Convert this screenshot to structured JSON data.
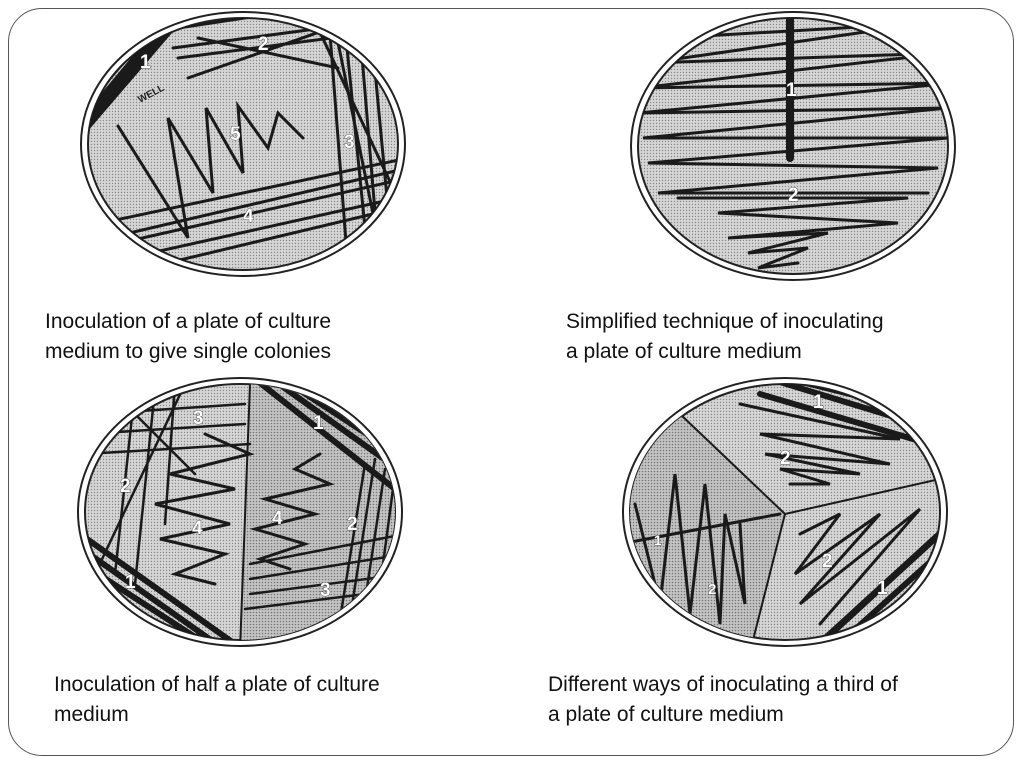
{
  "plates": [
    {
      "caption_line1": "Inoculation of a plate of culture",
      "caption_line2": "medium to give single colonies",
      "labels": [
        "1",
        "2",
        "3",
        "4",
        "5"
      ],
      "well_label": "WELL"
    },
    {
      "caption_line1": "Simplified technique of inoculating",
      "caption_line2": "a plate of culture medium",
      "labels": [
        "1",
        "2"
      ]
    },
    {
      "caption_line1": "Inoculation of half a plate of culture",
      "caption_line2": "medium",
      "labels": [
        "3",
        "1",
        "2",
        "4",
        "4",
        "2",
        "1",
        "3"
      ]
    },
    {
      "caption_line1": "Different ways of inoculating a third of",
      "caption_line2": "a plate of culture medium",
      "labels": [
        "1",
        "2",
        "1",
        "2",
        "2",
        "1"
      ]
    }
  ],
  "colors": {
    "agar": "#cfcfcf",
    "agar_dark": "#b8b8b8",
    "streak": "#1a1a1a",
    "frame": "#555555"
  }
}
